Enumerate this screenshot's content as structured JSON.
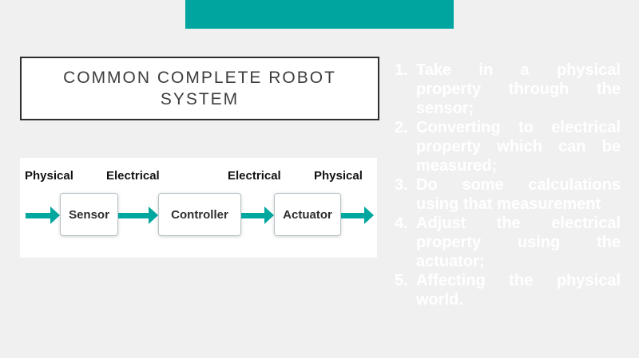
{
  "colors": {
    "accent_teal": "#00a5a0",
    "background": "#f0f0f1",
    "list_text": "#ffffff"
  },
  "title": {
    "text": "COMMON COMPLETE ROBOT SYSTEM"
  },
  "diagram": {
    "flow_labels": [
      {
        "text": "Physical"
      },
      {
        "text": "Electrical"
      },
      {
        "text": "Electrical"
      },
      {
        "text": "Physical"
      }
    ],
    "blocks": [
      {
        "label": "Sensor"
      },
      {
        "label": "Controller"
      },
      {
        "label": "Actuator"
      }
    ]
  },
  "steps": {
    "items": [
      {
        "num": "1.",
        "text": "Take in a physical property through the sensor;"
      },
      {
        "num": "2.",
        "text": "Converting to electrical property which can be measured;"
      },
      {
        "num": "3.",
        "text": "Do some calculations using that measurement"
      },
      {
        "num": "4.",
        "text": "Adjust the electrical property using the actuator;"
      },
      {
        "num": "5.",
        "text": "Affecting the physical world."
      }
    ]
  }
}
